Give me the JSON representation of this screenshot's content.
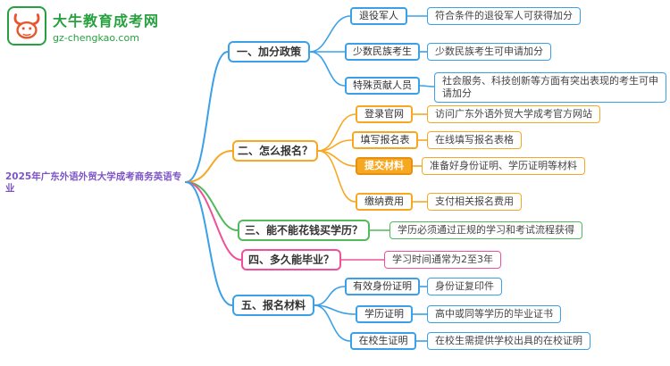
{
  "logo": {
    "icon": "bull-icon",
    "site_name": "大牛教育成考网",
    "site_url": "gz-chengkao.com",
    "green": "#27a13f",
    "orange": "#e8542c"
  },
  "root": {
    "title": "2025年广东外语外贸大学成考商务英语专业",
    "color": "#7d55c7"
  },
  "branches": [
    {
      "label": "一、加分政策",
      "color": "#3aa0e8",
      "items": [
        {
          "label": "退役军人",
          "desc": "符合条件的退役军人可获得加分"
        },
        {
          "label": "少数民族考生",
          "desc": "少数民族考生可申请加分"
        },
        {
          "label": "特殊贡献人员",
          "desc": "社会服务、科技创新等方面有突出表现的考生可申请加分"
        }
      ]
    },
    {
      "label": "二、怎么报名？",
      "color": "#f7a823",
      "items": [
        {
          "label": "登录官网",
          "desc": "访问广东外语外贸大学成考官方网站"
        },
        {
          "label": "填写报名表",
          "desc": "在线填写报名表格"
        },
        {
          "label": "提交材料",
          "desc": "准备好身份证明、学历证明等材料",
          "highlighted": true
        },
        {
          "label": "缴纳费用",
          "desc": "支付相关报名费用"
        }
      ]
    },
    {
      "label": "三、能不能花钱买学历？",
      "color": "#52b95c",
      "desc": "学历必须通过正规的学习和考试流程获得"
    },
    {
      "label": "四、多久能毕业？",
      "color": "#f0509b",
      "desc": "学习时间通常为2至3年"
    },
    {
      "label": "五、报名材料",
      "color": "#3aa0e8",
      "items": [
        {
          "label": "有效身份证明",
          "desc": "身份证复印件"
        },
        {
          "label": "学历证明",
          "desc": "高中或同等学历的毕业证书"
        },
        {
          "label": "在校生证明",
          "desc": "在校生需提供学校出具的在校证明"
        }
      ]
    }
  ]
}
